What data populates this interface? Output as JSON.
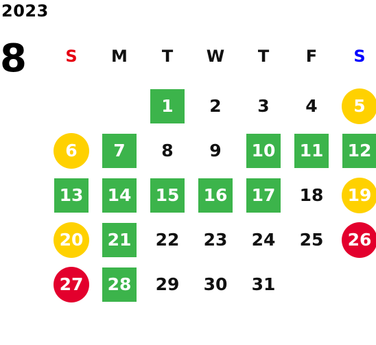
{
  "calendar": {
    "year": "2023",
    "month": "8",
    "colors": {
      "green": "#3cb44b",
      "yellow": "#ffd100",
      "red": "#e3002d",
      "sunday_label": "#e60012",
      "saturday_label": "#0000ff"
    },
    "weekdays": [
      "S",
      "M",
      "T",
      "W",
      "T",
      "F",
      "S"
    ],
    "weeks": [
      [
        {
          "day": "",
          "type": "empty"
        },
        {
          "day": "",
          "type": "empty"
        },
        {
          "day": "1",
          "type": "green"
        },
        {
          "day": "2",
          "type": "plain"
        },
        {
          "day": "3",
          "type": "plain"
        },
        {
          "day": "4",
          "type": "plain"
        },
        {
          "day": "5",
          "type": "yellow"
        }
      ],
      [
        {
          "day": "6",
          "type": "yellow"
        },
        {
          "day": "7",
          "type": "green"
        },
        {
          "day": "8",
          "type": "plain"
        },
        {
          "day": "9",
          "type": "plain"
        },
        {
          "day": "10",
          "type": "green"
        },
        {
          "day": "11",
          "type": "green"
        },
        {
          "day": "12",
          "type": "green"
        }
      ],
      [
        {
          "day": "13",
          "type": "green"
        },
        {
          "day": "14",
          "type": "green"
        },
        {
          "day": "15",
          "type": "green"
        },
        {
          "day": "16",
          "type": "green"
        },
        {
          "day": "17",
          "type": "green"
        },
        {
          "day": "18",
          "type": "plain"
        },
        {
          "day": "19",
          "type": "yellow"
        }
      ],
      [
        {
          "day": "20",
          "type": "yellow"
        },
        {
          "day": "21",
          "type": "green"
        },
        {
          "day": "22",
          "type": "plain"
        },
        {
          "day": "23",
          "type": "plain"
        },
        {
          "day": "24",
          "type": "plain"
        },
        {
          "day": "25",
          "type": "plain"
        },
        {
          "day": "26",
          "type": "red"
        }
      ],
      [
        {
          "day": "27",
          "type": "red"
        },
        {
          "day": "28",
          "type": "green"
        },
        {
          "day": "29",
          "type": "plain"
        },
        {
          "day": "30",
          "type": "plain"
        },
        {
          "day": "31",
          "type": "plain"
        },
        {
          "day": "",
          "type": "empty"
        },
        {
          "day": "",
          "type": "empty"
        }
      ]
    ]
  }
}
